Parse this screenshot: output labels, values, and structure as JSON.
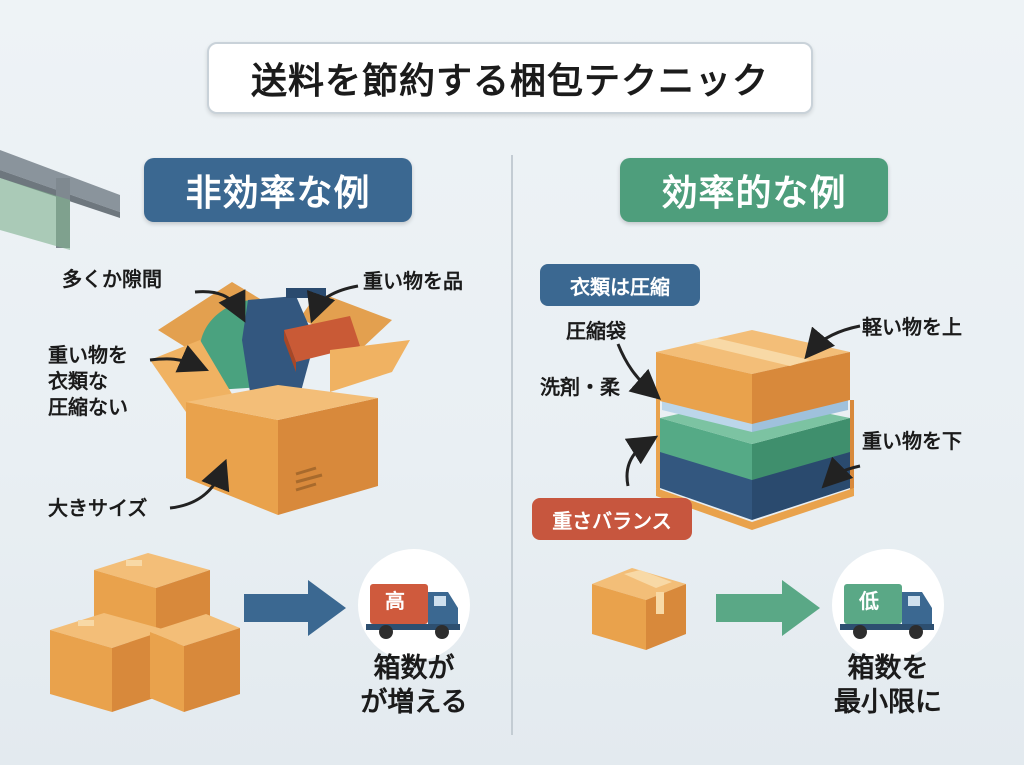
{
  "title": "送料を節約する梱包テクニック",
  "left": {
    "heading": "非効率な例",
    "labels": {
      "gap": "多くか隙間",
      "heavy_item": "重い物を品",
      "not_compressed": [
        "重い物を",
        "衣類な",
        "圧縮ない"
      ],
      "large_size": "大きサイズ"
    },
    "truck_badge": "高",
    "result": [
      "箱数が",
      "が増える"
    ]
  },
  "right": {
    "heading": "効率的な例",
    "labels": {
      "clothes_compressed": "衣類は圧縮",
      "compression_bag": "圧縮袋",
      "detergent": "洗剤・柔",
      "light_top": "軽い物を上",
      "heavy_bottom": "重い物を下",
      "weight_balance": "重さバランス"
    },
    "truck_badge": "低",
    "result": [
      "箱数を",
      "最小限に"
    ]
  },
  "colors": {
    "box": "#e9a24c",
    "box_dark": "#c9803a",
    "navy": "#3b6891",
    "green": "#4e9e7c",
    "red": "#c7563e",
    "truck_red": "#cf5a3d",
    "truck_green": "#5aa886"
  },
  "icons": [
    "cardboard-box-icon",
    "arrow-right-icon",
    "delivery-truck-icon",
    "curved-arrow-icon"
  ]
}
